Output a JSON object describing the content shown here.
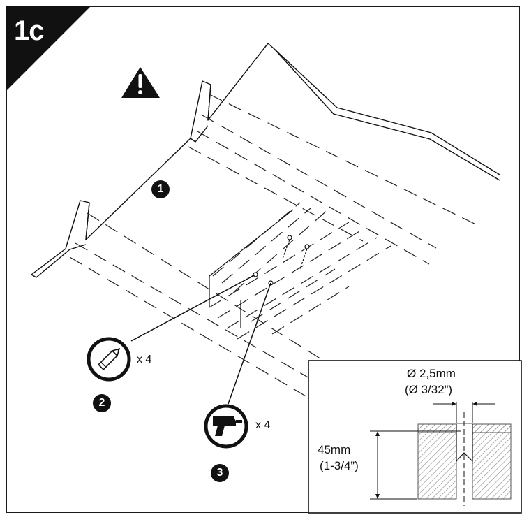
{
  "step": {
    "label": "1c"
  },
  "badges": {
    "one": "1",
    "two": "2",
    "three": "3"
  },
  "tools": {
    "pencil": {
      "icon": "pencil-icon",
      "quantity": "x 4"
    },
    "drill": {
      "icon": "drill-icon",
      "quantity": "x 4"
    }
  },
  "warning": {
    "icon": "warning-icon"
  },
  "inset": {
    "diameter_metric": "Ø 2,5mm",
    "diameter_imperial": "(Ø 3/32”)",
    "depth_metric": "45mm",
    "depth_imperial": "(1-3/4”)"
  },
  "colors": {
    "ink": "#111111",
    "hatch": "#9a9a9a",
    "background": "#ffffff"
  }
}
